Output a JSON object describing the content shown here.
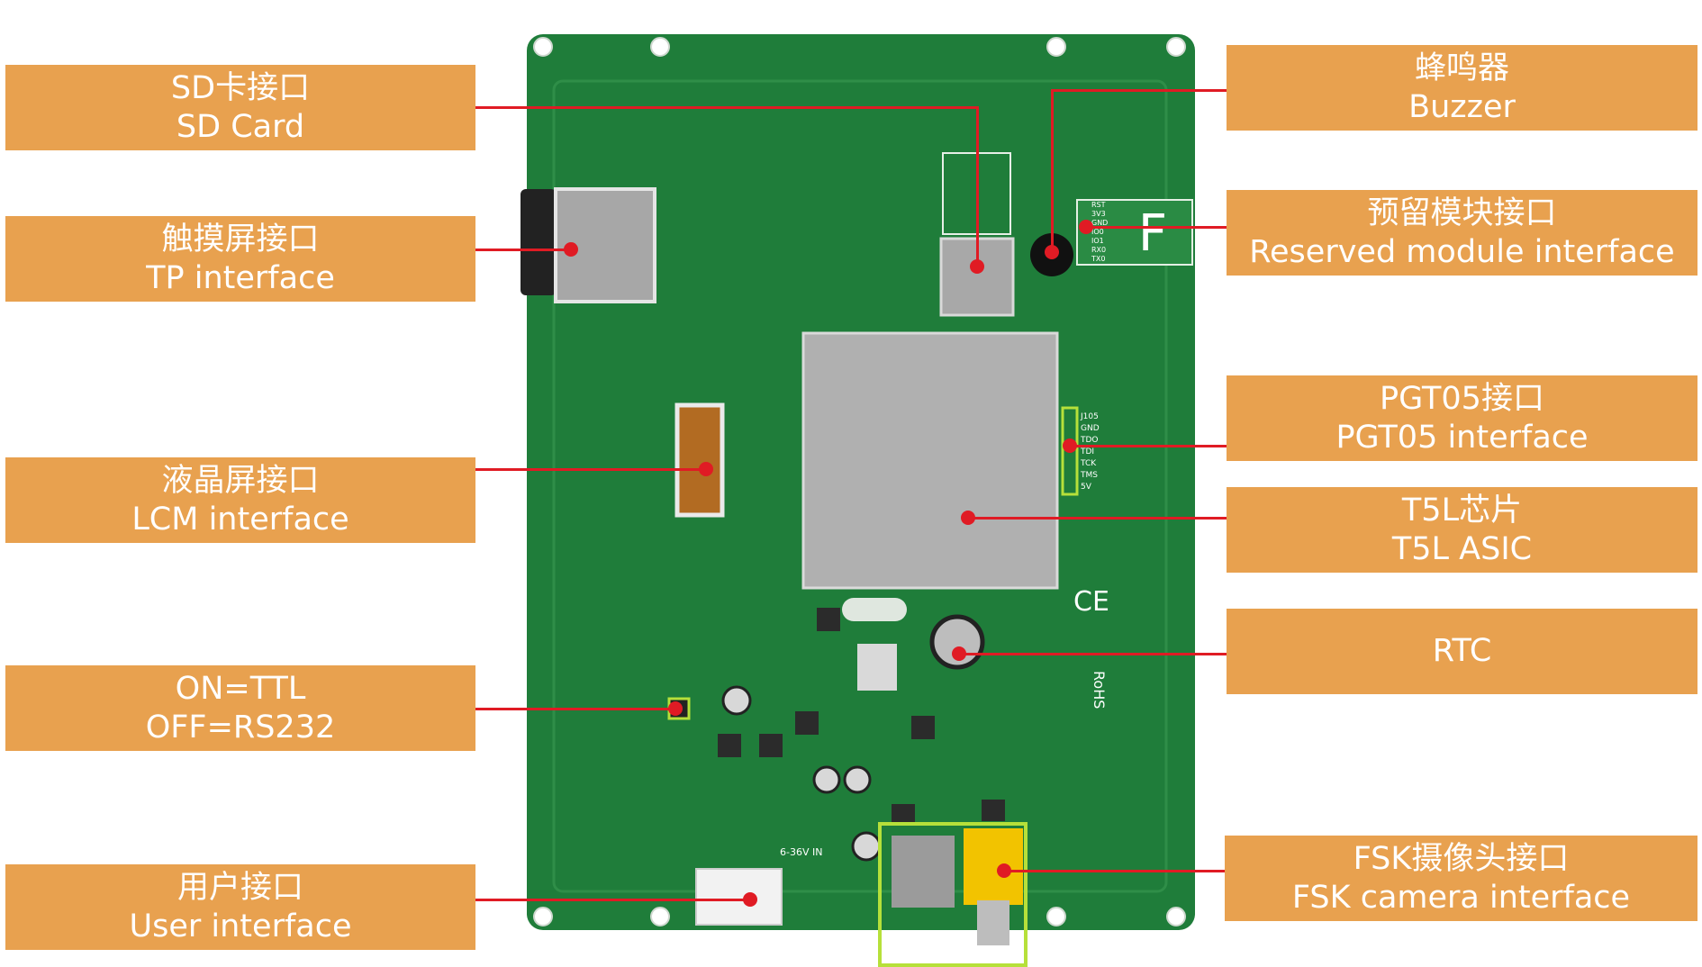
{
  "colors": {
    "label_bg": "#e8a14f",
    "label_text": "#ffffff",
    "callout": "#e01b24",
    "pcb": "#1f7d3a",
    "highlight": "#b6e03a"
  },
  "board": {
    "pin_labels": [
      "J105",
      "GND",
      "TDO",
      "TDI",
      "TCK",
      "TMS",
      "5V"
    ],
    "module_pins": [
      "RST",
      "3V3",
      "GND",
      "IO0",
      "IO1",
      "RX0",
      "TX0"
    ],
    "ce_mark": "CE",
    "rohs_mark": "RoHS",
    "input_text": "6-36V IN"
  },
  "callouts": {
    "sd_card": {
      "cn": "SD卡接口",
      "en": "SD Card"
    },
    "tp": {
      "cn": "触摸屏接口",
      "en": "TP interface"
    },
    "lcm": {
      "cn": "液晶屏接口",
      "en": "LCM interface"
    },
    "ttl": {
      "line1": "ON=TTL",
      "line2": "OFF=RS232"
    },
    "user": {
      "cn": "用户接口",
      "en": "User interface"
    },
    "buzzer": {
      "cn": "蜂鸣器",
      "en": "Buzzer"
    },
    "module": {
      "cn": "预留模块接口",
      "en": "Reserved module interface"
    },
    "pgt05": {
      "cn": "PGT05接口",
      "en": "PGT05 interface"
    },
    "t5l": {
      "cn": "T5L芯片",
      "en": "T5L ASIC"
    },
    "rtc": {
      "cn": "RTC"
    },
    "fsk": {
      "cn": "FSK摄像头接口",
      "en": "FSK camera interface"
    }
  }
}
